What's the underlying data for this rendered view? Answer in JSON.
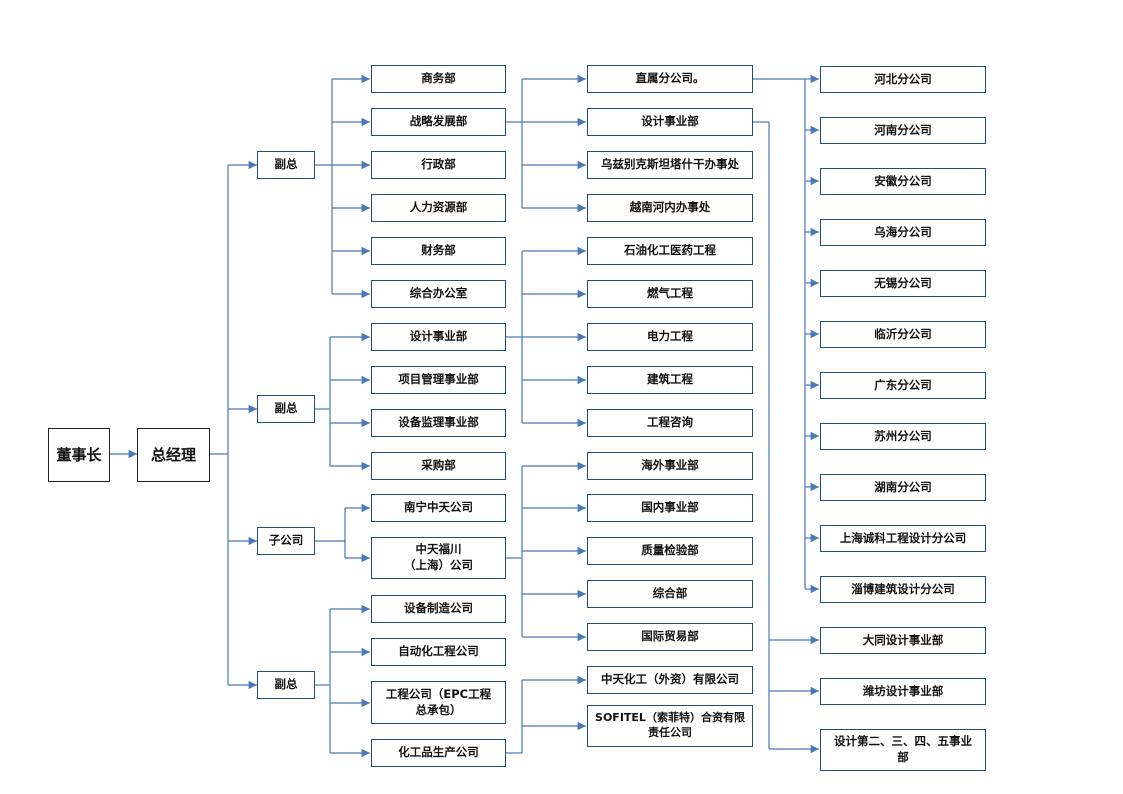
{
  "colors": {
    "line": "#4a78b8",
    "box_border": "#1f4e79",
    "text": "#111111",
    "background": "#ffffff"
  },
  "chairman": "董事长",
  "general_manager": "总经理",
  "tier1": {
    "vp_a": "副总",
    "vp_b": "副总",
    "subsidiary": "子公司",
    "vp_c": "副总"
  },
  "vp_a_depts": [
    "商务部",
    "战略发展部",
    "行政部",
    "人力资源部",
    "财务部",
    "综合办公室"
  ],
  "vp_b_depts": [
    "设计事业部",
    "项目管理事业部",
    "设备监理事业部",
    "采购部"
  ],
  "subsidiaries": {
    "nanning": "南宁中天公司",
    "fuchuan_line1": "中天福川",
    "fuchuan_line2": "（上海）公司"
  },
  "vp_c_depts": {
    "equipment": "设备制造公司",
    "automation": "自动化工程公司",
    "epc_line1": "工程公司（EPC工程",
    "epc_line2": "总承包）",
    "chemical": "化工品生产公司"
  },
  "strategy_children": [
    "直属分公司。",
    "设计事业部",
    "乌兹别克斯坦塔什干办事处",
    "越南河内办事处"
  ],
  "design_engineering": [
    "石油化工医药工程",
    "燃气工程",
    "电力工程",
    "建筑工程",
    "工程咨询"
  ],
  "fuchuan_children": [
    "海外事业部",
    "国内事业部",
    "质量检验部",
    "综合部",
    "国际贸易部"
  ],
  "chemical_children": {
    "zhongtian_chem": "中天化工（外资）有限公司",
    "sofitel_line1": "SOFITEL（索菲特）合资有限",
    "sofitel_line2": "责任公司"
  },
  "branches": [
    "河北分公司",
    "河南分公司",
    "安徽分公司",
    "乌海分公司",
    "无锡分公司",
    "临沂分公司",
    "广东分公司",
    "苏州分公司",
    "湖南分公司",
    "上海诚科工程设计分公司",
    "淄博建筑设计分公司"
  ],
  "design_units": {
    "datong": "大同设计事业部",
    "weifang": "潍坊设计事业部",
    "units_line1": "设计第二、三、四、五事业",
    "units_line2": "部"
  }
}
